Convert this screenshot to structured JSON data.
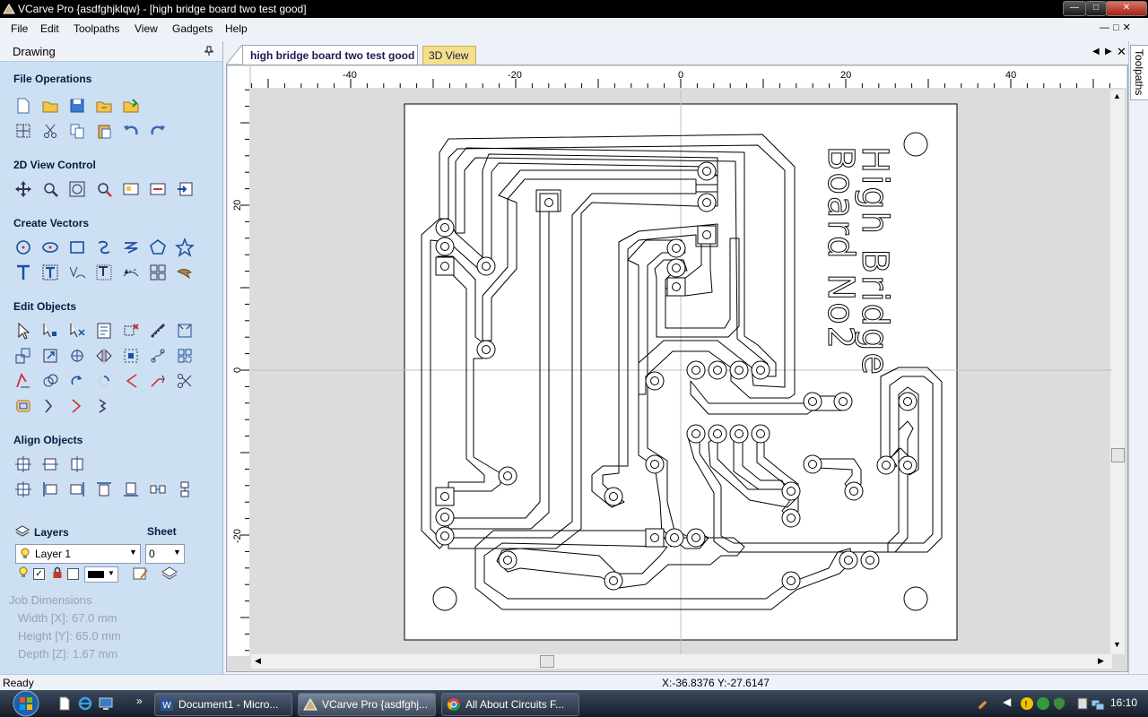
{
  "window": {
    "title": "VCarve Pro {asdfghjklqw} - [high bridge board two test good]",
    "min_icon": "minimize-icon",
    "max_icon": "maximize-icon",
    "close_icon": "close-icon"
  },
  "menu": [
    "File",
    "Edit",
    "Toolpaths",
    "View",
    "Gadgets",
    "Help"
  ],
  "panel": {
    "header": "Drawing",
    "sections": {
      "file_ops": "File Operations",
      "view_control": "2D View Control",
      "create_vectors": "Create Vectors",
      "edit_objects": "Edit Objects",
      "align_objects": "Align Objects"
    },
    "layers_label": "Layers",
    "sheet_label": "Sheet",
    "layer_value": "Layer 1",
    "sheet_value": "0",
    "job_title": "Job Dimensions",
    "width_text": "Width  [X]: 67.0 mm",
    "height_text": "Height [Y]: 65.0 mm",
    "depth_text": "Depth  [Z]: 1.67 mm"
  },
  "tabs": {
    "active": "high bridge board two test good",
    "secondary": "3D View"
  },
  "ruler": {
    "top_labels": [
      "-40",
      "-20",
      "0",
      "20",
      "40"
    ],
    "left_labels": [
      "20",
      "0",
      "-20"
    ]
  },
  "board": {
    "text_line1": "High Bridge",
    "text_line2": "Board No2"
  },
  "right_tab": "Toolpaths",
  "status": {
    "left": "Ready",
    "coords": "X:-36.8376 Y:-27.6147"
  },
  "taskbar": {
    "tasks": [
      "Document1 - Micro...",
      "VCarve Pro {asdfghj...",
      "All About Circuits F..."
    ],
    "clock": "16:10"
  },
  "colors": {
    "panel_bg": "#cddff2",
    "titlebar_bg": "#000000",
    "tab_3d": "#f4e08a",
    "canvas_bg": "#dcdcdc"
  }
}
